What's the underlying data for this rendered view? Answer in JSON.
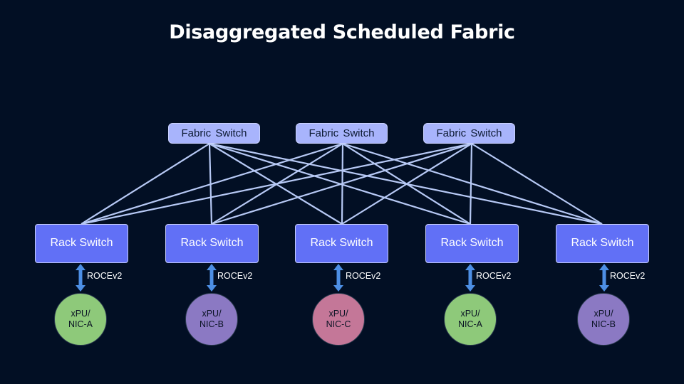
{
  "title": "Disaggregated Scheduled Fabric",
  "fabric_switches": [
    {
      "label": "Fabric  Switch"
    },
    {
      "label": "Fabric  Switch"
    },
    {
      "label": "Fabric  Switch"
    }
  ],
  "rack_switches": [
    {
      "label": "Rack Switch",
      "protocol": "ROCEv2",
      "node_line1": "xPU/",
      "node_line2": "NIC-A",
      "node_color": "#8ec97a"
    },
    {
      "label": "Rack Switch",
      "protocol": "ROCEv2",
      "node_line1": "xPU/",
      "node_line2": "NIC-B",
      "node_color": "#8b79c3"
    },
    {
      "label": "Rack Switch",
      "protocol": "ROCEv2",
      "node_line1": "xPU/",
      "node_line2": "NIC-C",
      "node_color": "#c47798"
    },
    {
      "label": "Rack Switch",
      "protocol": "ROCEv2",
      "node_line1": "xPU/",
      "node_line2": "NIC-A",
      "node_color": "#8ec97a"
    },
    {
      "label": "Rack Switch",
      "protocol": "ROCEv2",
      "node_line1": "xPU/",
      "node_line2": "NIC-B",
      "node_color": "#8b79c3"
    }
  ],
  "colors": {
    "background": "#020f24",
    "link": "#b7c9f5",
    "arrow": "#4d8fe5",
    "fabric_switch": "#a8b4fc",
    "rack_switch": "#6170f6"
  }
}
